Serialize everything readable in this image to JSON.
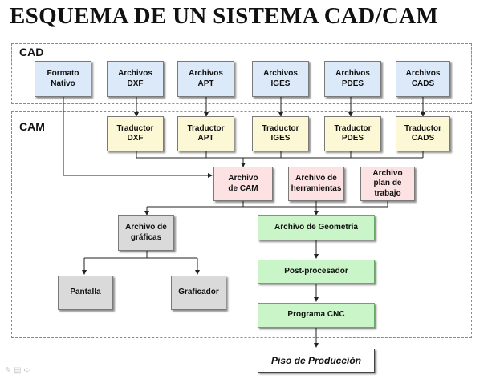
{
  "title": "ESQUEMA DE UN SISTEMA CAD/CAM",
  "regions": {
    "cad": "CAD",
    "cam": "CAM"
  },
  "cad_boxes": {
    "formato": "Formato\nNativo",
    "dxf": "Archivos\nDXF",
    "apt": "Archivos\nAPT",
    "iges": "Archivos\nIGES",
    "pdes": "Archivos\nPDES",
    "cads": "Archivos\nCADS"
  },
  "translators": {
    "dxf": "Traductor\nDXF",
    "apt": "Traductor\nAPT",
    "iges": "Traductor\nIGES",
    "pdes": "Traductor\nPDES",
    "cads": "Traductor\nCADS"
  },
  "cam_files": {
    "cam": "Archivo\nde CAM",
    "herramientas": "Archivo  de\nherramientas",
    "plan": "Archivo\nplan de\ntrabajo"
  },
  "graphics": {
    "archivo_graficas": "Archivo  de\ngráficas",
    "pantalla": "Pantalla",
    "graficador": "Graficador"
  },
  "pipeline": {
    "geometria": "Archivo  de Geometria",
    "post": "Post-procesador",
    "cnc": "Programa  CNC",
    "piso": "Piso de Producción"
  },
  "colors": {
    "cad_box": "#dbe9f9",
    "translator": "#fcf8d6",
    "cam_file": "#fde2e3",
    "graphics_box": "#dadada",
    "pipeline_box": "#c9f5c9"
  },
  "footer_icons": [
    "pen-icon",
    "menu-icon",
    "arrow-icon"
  ]
}
